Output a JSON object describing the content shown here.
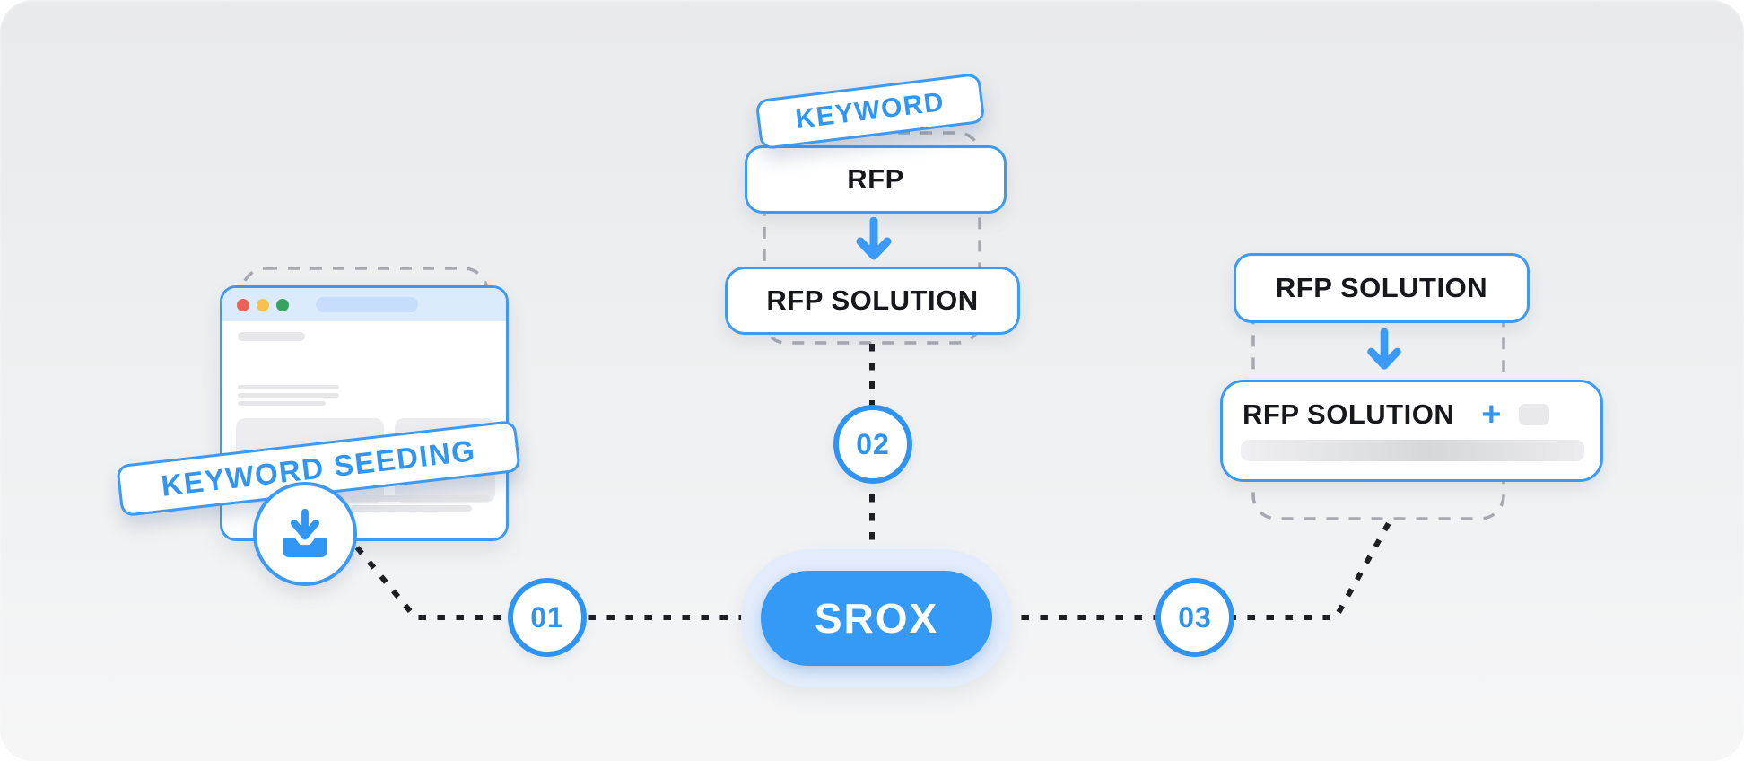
{
  "colors": {
    "accent_blue": "#3599f6",
    "border_blue": "#3b9af7",
    "text_dark": "#17181b",
    "halo_blue": "#e2ecfa",
    "dashed_gray": "#a6aab0",
    "dotted_black": "#1d1f23",
    "background_top": "#e9eaec",
    "background_bottom": "#f6f6f7"
  },
  "icons": {
    "download": "download-tray-icon",
    "arrow": "arrow-down-icon",
    "plus": "plus-icon",
    "traffic_lights": [
      "red-dot",
      "yellow-dot",
      "green-dot"
    ]
  },
  "diagram": {
    "left": {
      "tag": "KEYWORD SEEDING"
    },
    "center": {
      "tag": "KEYWORD",
      "keyword_box": "RFP",
      "solution_box": "RFP SOLUTION"
    },
    "right": {
      "input_box": "RFP SOLUTION",
      "result_box": "RFP SOLUTION",
      "plus": "+"
    },
    "hub": {
      "label": "SROX"
    },
    "steps": [
      {
        "number": "01"
      },
      {
        "number": "02"
      },
      {
        "number": "03"
      }
    ]
  }
}
